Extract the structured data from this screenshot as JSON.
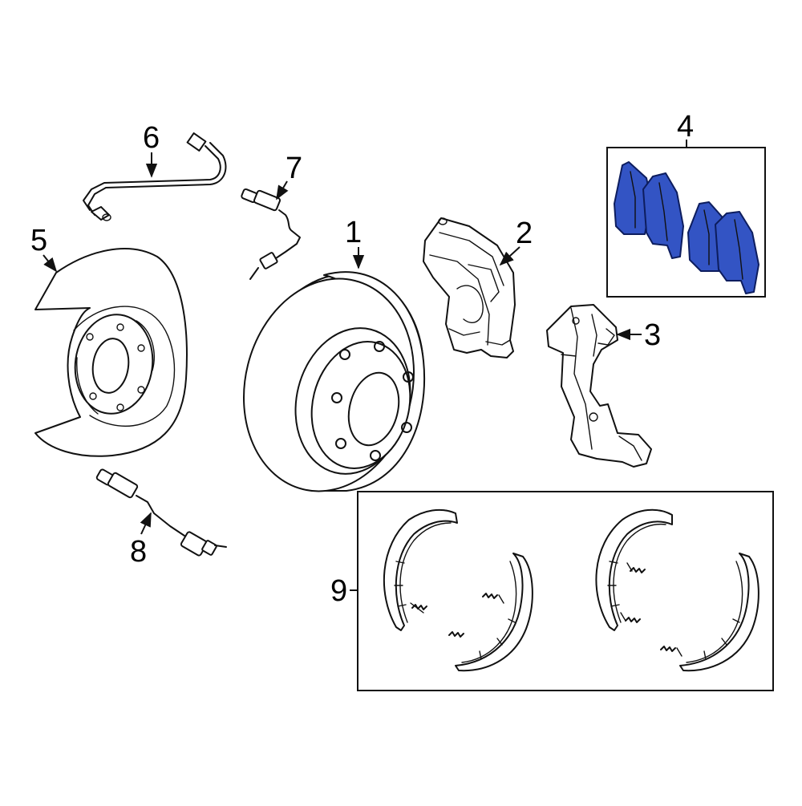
{
  "callouts": {
    "c1": "1",
    "c2": "2",
    "c3": "3",
    "c4": "4",
    "c5": "5",
    "c6": "6",
    "c7": "7",
    "c8": "8",
    "c9": "9"
  },
  "colors": {
    "highlight_fill": "#3354c4",
    "highlight_stroke": "#0d1d5e",
    "line": "#111111",
    "background": "#ffffff"
  }
}
